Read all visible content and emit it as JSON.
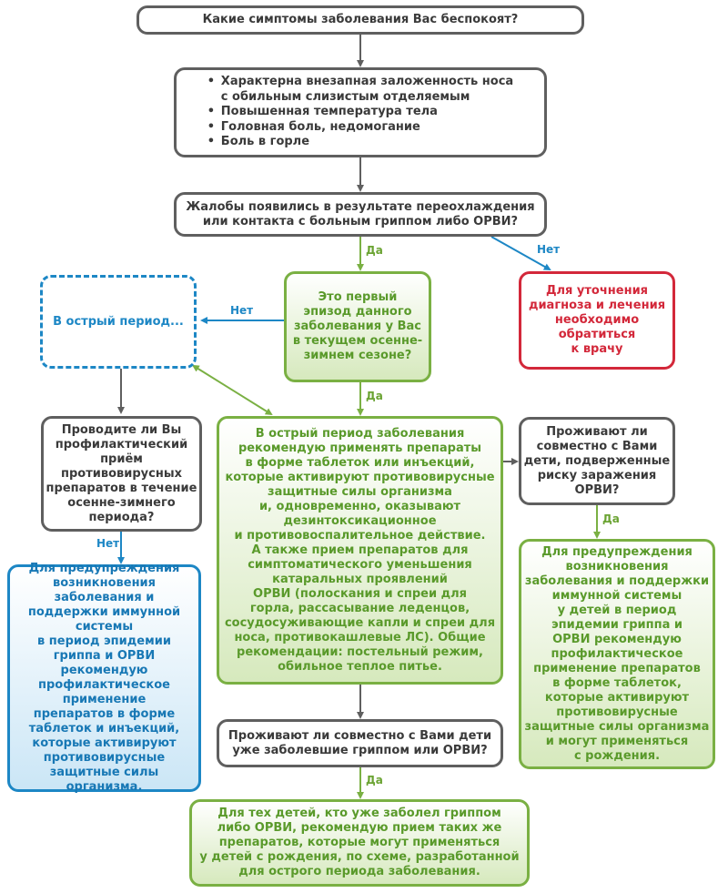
{
  "nodes": {
    "q_symptoms": "Какие симптомы заболевания Вас беспокоят?",
    "symptoms": [
      "Характерна внезапная заложенность носа\nс обильным слизистым отделяемым",
      "Повышенная температура тела",
      "Головная боль, недомогание",
      "Боль в горле"
    ],
    "q_cause": "Жалобы появились в результате переохлаждения\nили контакта с больным гриппом либо ОРВИ?",
    "doctor": "Для уточнения\nдиагноза и лечения\nнеобходимо\nобратиться\nк врачу",
    "q_first": "Это первый\nэпизод данного\nзаболевания у Вас\nв текущем осенне-\nзимнем сезоне?",
    "acute": "В острый период...",
    "q_prophylaxis": "Проводите ли Вы\nпрофилактический\nприём\nпротивовирусных\nпрепаратов в течение\nосенне-зимнего\nпериода?",
    "main_rec": "В острый период заболевания\nрекомендую применять препараты\nв форме таблеток или инъекций,\nкоторые активируют противовирусные\nзащитные силы организма\nи, одновременно, оказывают\nдезинтоксикационное\nи противовоспалительное действие.\nА также прием препаратов для\nсимптоматического уменьшения\nкатаральных проявлений\nОРВИ (полоскания и спреи для\nгорла, рассасывание леденцов,\nсосудосуживающие капли и спреи для\nноса, противокашлевые ЛС). Общие\nрекомендации: постельный режим,\nобильное теплое питье.",
    "q_children_risk": "Проживают ли\nсовместно с Вами\nдети, подверженные\nриску заражения\nОРВИ?",
    "blue_rec": "Для предупреждения\nвозникновения\nзаболевания и\nподдержки иммунной\nсистемы\nв период эпидемии\nгриппа и ОРВИ\nрекомендую\nпрофилактическое\nприменение\nпрепаратов в форме\nтаблеток и инъекций,\nкоторые активируют\nпротивовирусные\nзащитные силы организма.",
    "children_rec": "Для предупреждения\nвозникновения\nзаболевания и поддержки\nиммунной системы\nу детей в период\nэпидемии гриппа и\nОРВИ рекомендую\nпрофилактическое\nприменение препаратов\nв форме таблеток,\nкоторые активируют\nпротивовирусные\nзащитные силы организма\nи могут применяться\nс рождения.",
    "q_children_sick": "Проживают ли совместно с Вами дети\nуже заболевшие гриппом или ОРВИ?",
    "final_rec": "Для тех детей, кто уже заболел гриппом\nлибо ОРВИ, рекомендую прием таких же\nпрепаратов, которые могут применяться\nу детей с рождения, по схеме, разработанной\nдля острого периода заболевания."
  },
  "labels": {
    "yes": "Да",
    "no": "Нет"
  },
  "colors": {
    "gray": "#5f5f5f",
    "green": "#7ab043",
    "red": "#d3283a",
    "blue": "#1d87c5"
  }
}
